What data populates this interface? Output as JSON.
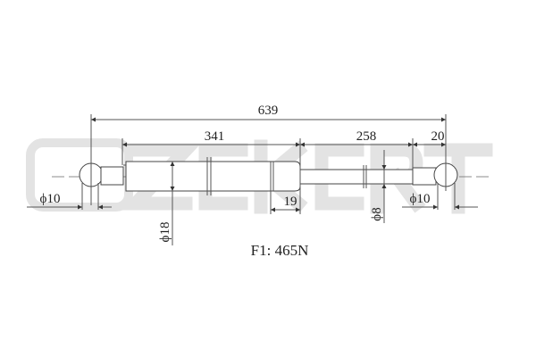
{
  "watermark": {
    "logo_text": "ZEKERT"
  },
  "dimensions": {
    "total_length": "639",
    "body_length": "341",
    "rod_length": "258",
    "end_length": "20",
    "ring_length": "19",
    "body_diameter": "ϕ18",
    "rod_diameter": "ϕ8",
    "left_socket_diameter": "ϕ10",
    "right_socket_diameter": "ϕ10"
  },
  "force_label": "F1: 465N"
}
